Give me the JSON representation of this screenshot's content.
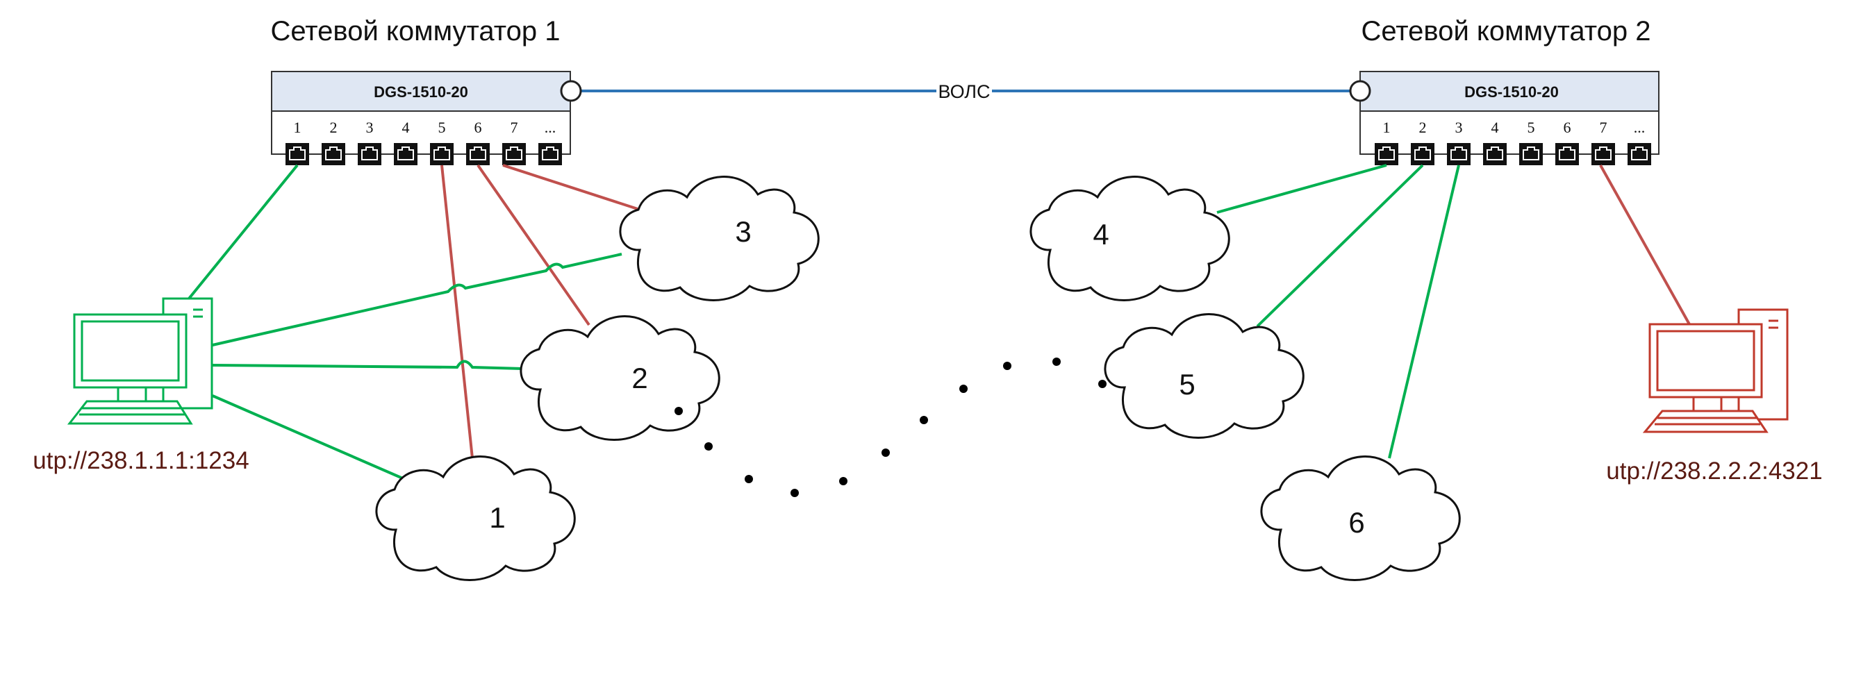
{
  "switches": [
    {
      "title": "Сетевой коммутатор 1",
      "model": "DGS-1510-20",
      "ports": [
        "1",
        "2",
        "3",
        "4",
        "5",
        "6",
        "7",
        "..."
      ]
    },
    {
      "title": "Сетевой коммутатор 2",
      "model": "DGS-1510-20",
      "ports": [
        "1",
        "2",
        "3",
        "4",
        "5",
        "6",
        "7",
        "..."
      ]
    }
  ],
  "link_label": "ВОЛС",
  "clouds": [
    "1",
    "2",
    "3",
    "4",
    "5",
    "6"
  ],
  "hosts": [
    {
      "address": "utp://238.1.1.1:1234",
      "color": "#00b050"
    },
    {
      "address": "utp://238.2.2.2:4321",
      "color": "#c0392b"
    }
  ],
  "colors": {
    "green_link": "#00b050",
    "red_link": "#c0504d",
    "fiber": "#2e75b6",
    "switch_fill": "#dfe7f3",
    "port": "#111111"
  }
}
